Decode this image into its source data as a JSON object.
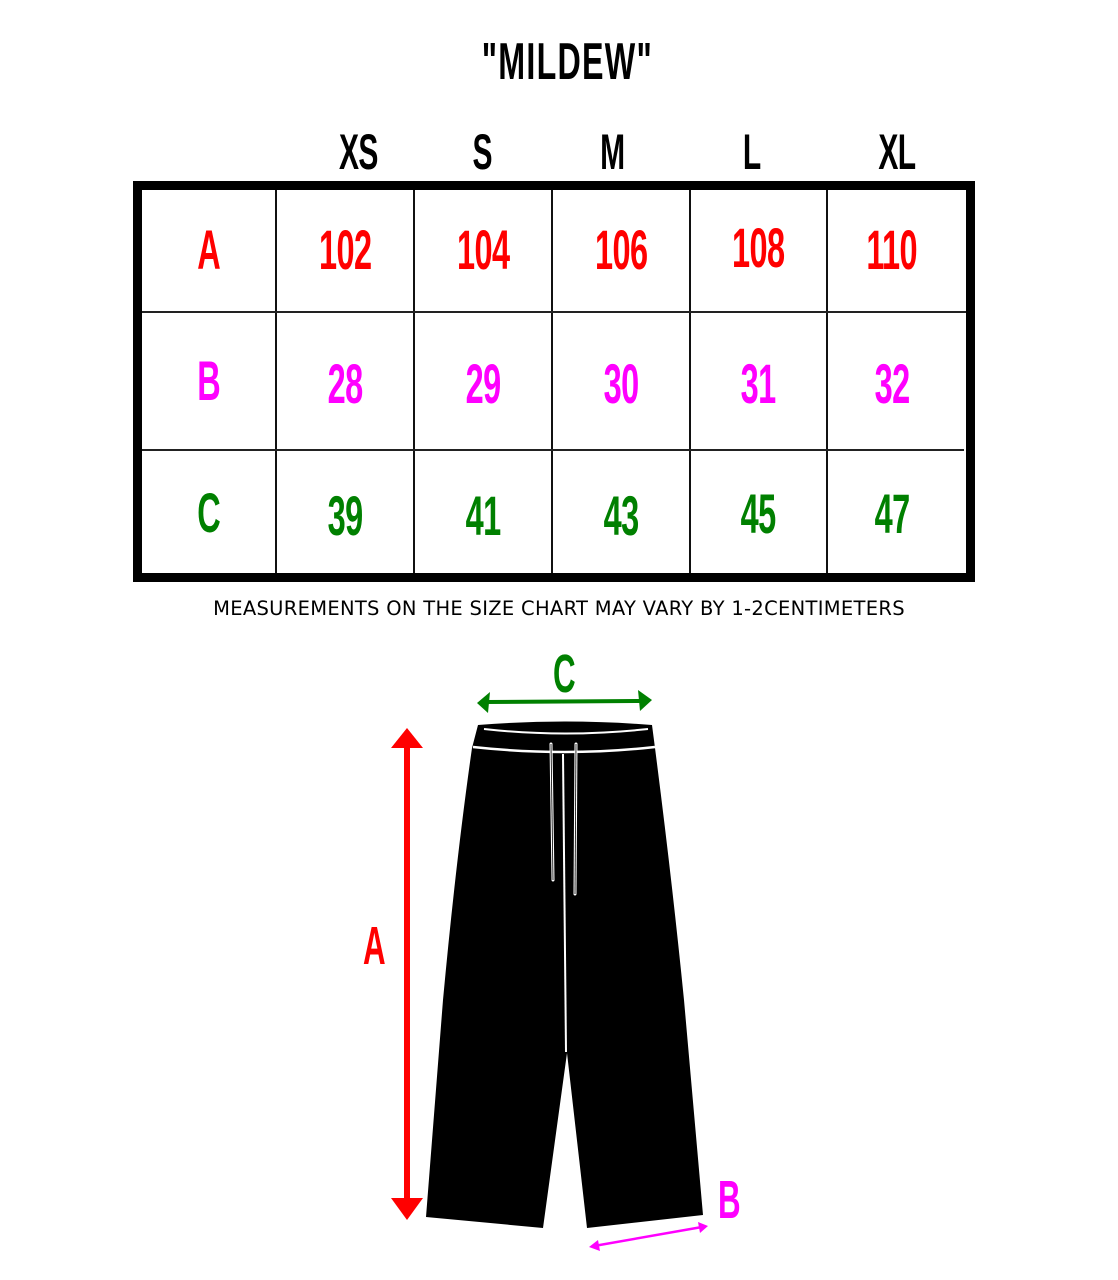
{
  "title": "\"MILDEW\"",
  "note": "MEASUREMENTS ON THE SIZE CHART MAY VARY BY 1-2CENTIMETERS",
  "colors": {
    "A": "#ff0000",
    "B": "#ff00ff",
    "C": "#008000",
    "text": "#000000",
    "border": "#000000"
  },
  "table": {
    "sizes": [
      "XS",
      "S",
      "M",
      "L",
      "XL"
    ],
    "rows": [
      {
        "label": "A",
        "values": [
          "102",
          "104",
          "106",
          "108",
          "110"
        ]
      },
      {
        "label": "B",
        "values": [
          "28",
          "29",
          "30",
          "31",
          "32"
        ]
      },
      {
        "label": "C",
        "values": [
          "39",
          "41",
          "43",
          "45",
          "47"
        ]
      }
    ]
  },
  "diagram": {
    "garment": "pants-icon",
    "labels": {
      "A": "A",
      "B": "B",
      "C": "C"
    }
  },
  "chart_data": {
    "type": "table",
    "title": "\"MILDEW\"",
    "columns": [
      "",
      "XS",
      "S",
      "M",
      "L",
      "XL"
    ],
    "rows": [
      [
        "A",
        102,
        104,
        106,
        108,
        110
      ],
      [
        "B",
        28,
        29,
        30,
        31,
        32
      ],
      [
        "C",
        39,
        41,
        43,
        45,
        47
      ]
    ],
    "annotations": [
      "MEASUREMENTS ON THE SIZE CHART MAY VARY BY 1-2CENTIMETERS",
      "A = length (vertical, red arrow beside pants)",
      "B = leg opening (magenta arrow at hem)",
      "C = waist width (green arrow above waistband)"
    ]
  }
}
